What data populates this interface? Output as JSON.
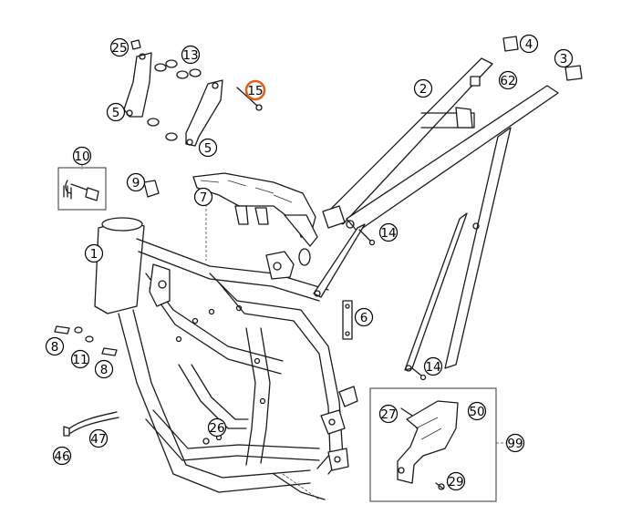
{
  "diagram": {
    "highlight_color": "#e2611a",
    "callouts": {
      "c25": "25",
      "c13": "13",
      "c15": "15",
      "c5a": "5",
      "c5b": "5",
      "c10": "10",
      "c9": "9",
      "c7": "7",
      "c1": "1",
      "c8a": "8",
      "c11": "11",
      "c8b": "8",
      "c47": "47",
      "c46": "46",
      "c26": "26",
      "c6": "6",
      "c14a": "14",
      "c14b": "14",
      "c2": "2",
      "c62": "62",
      "c4": "4",
      "c3": "3",
      "c27": "27",
      "c50": "50",
      "c99": "99",
      "c29": "29"
    }
  }
}
